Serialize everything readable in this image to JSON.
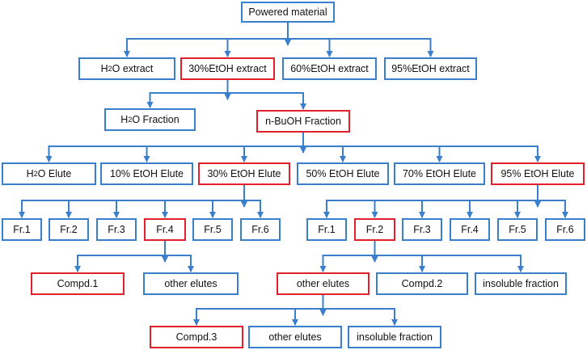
{
  "colors": {
    "box_border": "#3a7fcc",
    "highlight_border": "#e0202a",
    "line": "#3a7fcc"
  },
  "nodes": [
    {
      "id": "root",
      "label": "Powered material",
      "highlight": false
    },
    {
      "id": "h2o-extract",
      "label": "H2O extract",
      "highlight": false
    },
    {
      "id": "etoh30-extract",
      "label": "30%EtOH extract",
      "highlight": true
    },
    {
      "id": "etoh60-extract",
      "label": "60%EtOH extract",
      "highlight": false
    },
    {
      "id": "etoh95-extract",
      "label": "95%EtOH extract",
      "highlight": false
    },
    {
      "id": "h2o-fraction",
      "label": "H2O Fraction",
      "highlight": false
    },
    {
      "id": "nbuoh-fraction",
      "label": "n-BuOH Fraction",
      "highlight": true
    },
    {
      "id": "h2o-elute",
      "label": "H2O Elute",
      "highlight": false
    },
    {
      "id": "etoh10-elute",
      "label": "10% EtOH Elute",
      "highlight": false
    },
    {
      "id": "etoh30-elute",
      "label": "30% EtOH Elute",
      "highlight": true
    },
    {
      "id": "etoh50-elute",
      "label": "50% EtOH Elute",
      "highlight": false
    },
    {
      "id": "etoh70-elute",
      "label": "70% EtOH Elute",
      "highlight": false
    },
    {
      "id": "etoh95-elute",
      "label": "95% EtOH Elute",
      "highlight": true
    },
    {
      "id": "l-fr1",
      "label": "Fr.1",
      "highlight": false
    },
    {
      "id": "l-fr2",
      "label": "Fr.2",
      "highlight": false
    },
    {
      "id": "l-fr3",
      "label": "Fr.3",
      "highlight": false
    },
    {
      "id": "l-fr4",
      "label": "Fr.4",
      "highlight": true
    },
    {
      "id": "l-fr5",
      "label": "Fr.5",
      "highlight": false
    },
    {
      "id": "l-fr6",
      "label": "Fr.6",
      "highlight": false
    },
    {
      "id": "r-fr1",
      "label": "Fr.1",
      "highlight": false
    },
    {
      "id": "r-fr2",
      "label": "Fr.2",
      "highlight": true
    },
    {
      "id": "r-fr3",
      "label": "Fr.3",
      "highlight": false
    },
    {
      "id": "r-fr4",
      "label": "Fr.4",
      "highlight": false
    },
    {
      "id": "r-fr5",
      "label": "Fr.5",
      "highlight": false
    },
    {
      "id": "r-fr6",
      "label": "Fr.6",
      "highlight": false
    },
    {
      "id": "compd1",
      "label": "Compd.1",
      "highlight": true
    },
    {
      "id": "l-other-elutes",
      "label": "other elutes",
      "highlight": false
    },
    {
      "id": "r-other-elutes",
      "label": "other elutes",
      "highlight": true
    },
    {
      "id": "compd2",
      "label": "Compd.2",
      "highlight": false
    },
    {
      "id": "r-insoluble",
      "label": "insoluble fraction",
      "highlight": false
    },
    {
      "id": "compd3",
      "label": "Compd.3",
      "highlight": true
    },
    {
      "id": "b-other-elutes",
      "label": "other elutes",
      "highlight": false
    },
    {
      "id": "b-insoluble",
      "label": "insoluble fraction",
      "highlight": false
    }
  ],
  "edges": [
    {
      "from": "root",
      "to": [
        "h2o-extract",
        "etoh30-extract",
        "etoh60-extract",
        "etoh95-extract"
      ]
    },
    {
      "from": "etoh30-extract",
      "to": [
        "h2o-fraction",
        "nbuoh-fraction"
      ]
    },
    {
      "from": "nbuoh-fraction",
      "to": [
        "h2o-elute",
        "etoh10-elute",
        "etoh30-elute",
        "etoh50-elute",
        "etoh70-elute",
        "etoh95-elute"
      ]
    },
    {
      "from": "etoh30-elute",
      "to": [
        "l-fr1",
        "l-fr2",
        "l-fr3",
        "l-fr4",
        "l-fr5",
        "l-fr6"
      ]
    },
    {
      "from": "etoh95-elute",
      "to": [
        "r-fr1",
        "r-fr2",
        "r-fr3",
        "r-fr4",
        "r-fr5",
        "r-fr6"
      ]
    },
    {
      "from": "l-fr4",
      "to": [
        "compd1",
        "l-other-elutes"
      ]
    },
    {
      "from": "r-fr2",
      "to": [
        "r-other-elutes",
        "compd2",
        "r-insoluble"
      ]
    },
    {
      "from": "r-other-elutes",
      "to": [
        "compd3",
        "b-other-elutes",
        "b-insoluble"
      ]
    }
  ]
}
